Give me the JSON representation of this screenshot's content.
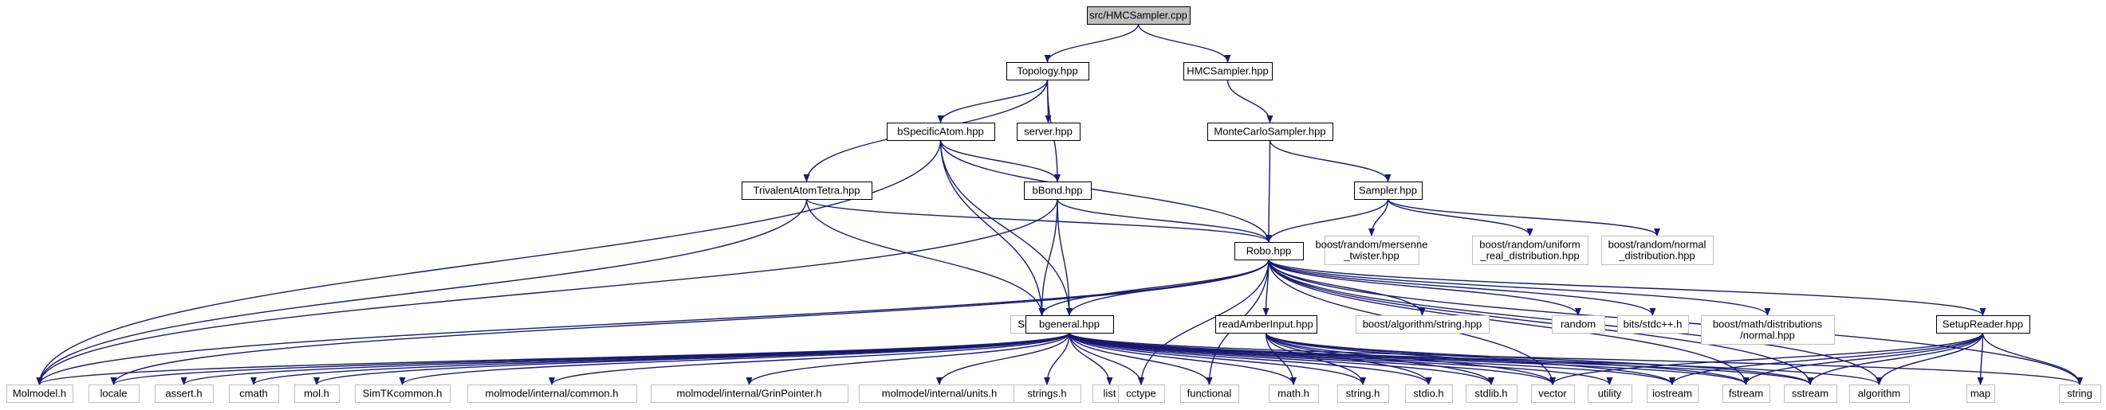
{
  "graph": {
    "title": "src/HMCSampler.cpp",
    "colors": {
      "edge": "#191970",
      "root_fill": "#bfbfbf",
      "ext_border": "#bfbfbf"
    },
    "nodes": [
      {
        "id": "root",
        "lines": [
          "src/HMCSampler.cpp"
        ],
        "kind": "root"
      },
      {
        "id": "topology",
        "lines": [
          "Topology.hpp"
        ],
        "kind": "doc"
      },
      {
        "id": "hmcsampler",
        "lines": [
          "HMCSampler.hpp"
        ],
        "kind": "doc"
      },
      {
        "id": "bspecific",
        "lines": [
          "bSpecificAtom.hpp"
        ],
        "kind": "doc"
      },
      {
        "id": "server",
        "lines": [
          "server.hpp"
        ],
        "kind": "doc"
      },
      {
        "id": "montecarlo",
        "lines": [
          "MonteCarloSampler.hpp"
        ],
        "kind": "doc"
      },
      {
        "id": "trivalent",
        "lines": [
          "TrivalentAtomTetra.hpp"
        ],
        "kind": "doc"
      },
      {
        "id": "bbond",
        "lines": [
          "bBond.hpp"
        ],
        "kind": "doc"
      },
      {
        "id": "sampler",
        "lines": [
          "Sampler.hpp"
        ],
        "kind": "doc"
      },
      {
        "id": "robo",
        "lines": [
          "Robo.hpp"
        ],
        "kind": "doc"
      },
      {
        "id": "mersenne",
        "lines": [
          "boost/random/mersenne",
          "_twister.hpp"
        ],
        "kind": "ext"
      },
      {
        "id": "uniform",
        "lines": [
          "boost/random/uniform",
          "_real_distribution.hpp"
        ],
        "kind": "ext"
      },
      {
        "id": "normal",
        "lines": [
          "boost/random/normal",
          "_distribution.hpp"
        ],
        "kind": "ext"
      },
      {
        "id": "simbody",
        "lines": [
          "Simbody.h"
        ],
        "kind": "ext"
      },
      {
        "id": "bgeneral",
        "lines": [
          "bgeneral.hpp"
        ],
        "kind": "doc"
      },
      {
        "id": "readamber",
        "lines": [
          "readAmberInput.hpp"
        ],
        "kind": "doc"
      },
      {
        "id": "algstring",
        "lines": [
          "boost/algorithm/string.hpp"
        ],
        "kind": "ext"
      },
      {
        "id": "random",
        "lines": [
          "random"
        ],
        "kind": "ext"
      },
      {
        "id": "stdcpp",
        "lines": [
          "bits/stdc++.h"
        ],
        "kind": "ext"
      },
      {
        "id": "mathdist",
        "lines": [
          "boost/math/distributions",
          "/normal.hpp"
        ],
        "kind": "ext"
      },
      {
        "id": "setupreader",
        "lines": [
          "SetupReader.hpp"
        ],
        "kind": "doc"
      },
      {
        "id": "molmodel",
        "lines": [
          "Molmodel.h"
        ],
        "kind": "ext"
      },
      {
        "id": "locale",
        "lines": [
          "locale"
        ],
        "kind": "ext"
      },
      {
        "id": "asserth",
        "lines": [
          "assert.h"
        ],
        "kind": "ext"
      },
      {
        "id": "cmath",
        "lines": [
          "cmath"
        ],
        "kind": "ext"
      },
      {
        "id": "molh",
        "lines": [
          "mol.h"
        ],
        "kind": "ext"
      },
      {
        "id": "simtk",
        "lines": [
          "SimTKcommon.h"
        ],
        "kind": "ext"
      },
      {
        "id": "mmcommon",
        "lines": [
          "molmodel/internal/common.h"
        ],
        "kind": "ext"
      },
      {
        "id": "mmgrin",
        "lines": [
          "molmodel/internal/GrinPointer.h"
        ],
        "kind": "ext"
      },
      {
        "id": "mmunits",
        "lines": [
          "molmodel/internal/units.h"
        ],
        "kind": "ext"
      },
      {
        "id": "stringsh",
        "lines": [
          "strings.h"
        ],
        "kind": "ext"
      },
      {
        "id": "list",
        "lines": [
          "list"
        ],
        "kind": "ext"
      },
      {
        "id": "cctype",
        "lines": [
          "cctype"
        ],
        "kind": "ext"
      },
      {
        "id": "functional",
        "lines": [
          "functional"
        ],
        "kind": "ext"
      },
      {
        "id": "mathh",
        "lines": [
          "math.h"
        ],
        "kind": "ext"
      },
      {
        "id": "stringh",
        "lines": [
          "string.h"
        ],
        "kind": "ext"
      },
      {
        "id": "stdioh",
        "lines": [
          "stdio.h"
        ],
        "kind": "ext"
      },
      {
        "id": "stdlibh",
        "lines": [
          "stdlib.h"
        ],
        "kind": "ext"
      },
      {
        "id": "vector",
        "lines": [
          "vector"
        ],
        "kind": "ext"
      },
      {
        "id": "utility",
        "lines": [
          "utility"
        ],
        "kind": "ext"
      },
      {
        "id": "iostream",
        "lines": [
          "iostream"
        ],
        "kind": "ext"
      },
      {
        "id": "fstream",
        "lines": [
          "fstream"
        ],
        "kind": "ext"
      },
      {
        "id": "sstream",
        "lines": [
          "sstream"
        ],
        "kind": "ext"
      },
      {
        "id": "algorithm",
        "lines": [
          "algorithm"
        ],
        "kind": "ext"
      },
      {
        "id": "map",
        "lines": [
          "map"
        ],
        "kind": "ext"
      },
      {
        "id": "string",
        "lines": [
          "string"
        ],
        "kind": "ext"
      }
    ],
    "edges": [
      [
        "root",
        "topology"
      ],
      [
        "root",
        "hmcsampler"
      ],
      [
        "topology",
        "bspecific"
      ],
      [
        "topology",
        "server"
      ],
      [
        "topology",
        "trivalent"
      ],
      [
        "topology",
        "bbond"
      ],
      [
        "hmcsampler",
        "montecarlo"
      ],
      [
        "montecarlo",
        "sampler"
      ],
      [
        "montecarlo",
        "robo"
      ],
      [
        "bspecific",
        "bbond"
      ],
      [
        "bspecific",
        "robo"
      ],
      [
        "bspecific",
        "simbody"
      ],
      [
        "bspecific",
        "bgeneral"
      ],
      [
        "bspecific",
        "molmodel"
      ],
      [
        "trivalent",
        "robo"
      ],
      [
        "trivalent",
        "simbody"
      ],
      [
        "trivalent",
        "molmodel"
      ],
      [
        "bbond",
        "robo"
      ],
      [
        "bbond",
        "simbody"
      ],
      [
        "bbond",
        "bgeneral"
      ],
      [
        "bbond",
        "molmodel"
      ],
      [
        "sampler",
        "robo"
      ],
      [
        "sampler",
        "mersenne"
      ],
      [
        "sampler",
        "uniform"
      ],
      [
        "sampler",
        "normal"
      ],
      [
        "robo",
        "simbody"
      ],
      [
        "robo",
        "bgeneral"
      ],
      [
        "robo",
        "readamber"
      ],
      [
        "robo",
        "algstring"
      ],
      [
        "robo",
        "random"
      ],
      [
        "robo",
        "stdcpp"
      ],
      [
        "robo",
        "mathdist"
      ],
      [
        "robo",
        "setupreader"
      ],
      [
        "robo",
        "molmodel"
      ],
      [
        "robo",
        "locale"
      ],
      [
        "robo",
        "cctype"
      ],
      [
        "robo",
        "functional"
      ],
      [
        "robo",
        "vector"
      ],
      [
        "robo",
        "fstream"
      ],
      [
        "robo",
        "sstream"
      ],
      [
        "robo",
        "algorithm"
      ],
      [
        "robo",
        "string"
      ],
      [
        "bgeneral",
        "molmodel"
      ],
      [
        "bgeneral",
        "locale"
      ],
      [
        "bgeneral",
        "asserth"
      ],
      [
        "bgeneral",
        "cmath"
      ],
      [
        "bgeneral",
        "molh"
      ],
      [
        "bgeneral",
        "simtk"
      ],
      [
        "bgeneral",
        "mmcommon"
      ],
      [
        "bgeneral",
        "mmgrin"
      ],
      [
        "bgeneral",
        "mmunits"
      ],
      [
        "bgeneral",
        "stringsh"
      ],
      [
        "bgeneral",
        "list"
      ],
      [
        "bgeneral",
        "cctype"
      ],
      [
        "bgeneral",
        "functional"
      ],
      [
        "bgeneral",
        "mathh"
      ],
      [
        "bgeneral",
        "stringh"
      ],
      [
        "bgeneral",
        "stdioh"
      ],
      [
        "bgeneral",
        "stdlibh"
      ],
      [
        "bgeneral",
        "vector"
      ],
      [
        "bgeneral",
        "utility"
      ],
      [
        "bgeneral",
        "iostream"
      ],
      [
        "bgeneral",
        "fstream"
      ],
      [
        "bgeneral",
        "sstream"
      ],
      [
        "bgeneral",
        "algorithm"
      ],
      [
        "bgeneral",
        "string"
      ],
      [
        "readamber",
        "mathh"
      ],
      [
        "readamber",
        "stringh"
      ],
      [
        "readamber",
        "stdioh"
      ],
      [
        "readamber",
        "stdlibh"
      ],
      [
        "readamber",
        "vector"
      ],
      [
        "readamber",
        "iostream"
      ],
      [
        "readamber",
        "fstream"
      ],
      [
        "readamber",
        "sstream"
      ],
      [
        "setupreader",
        "vector"
      ],
      [
        "setupreader",
        "iostream"
      ],
      [
        "setupreader",
        "fstream"
      ],
      [
        "setupreader",
        "sstream"
      ],
      [
        "setupreader",
        "algorithm"
      ],
      [
        "setupreader",
        "map"
      ],
      [
        "setupreader",
        "string"
      ]
    ]
  }
}
